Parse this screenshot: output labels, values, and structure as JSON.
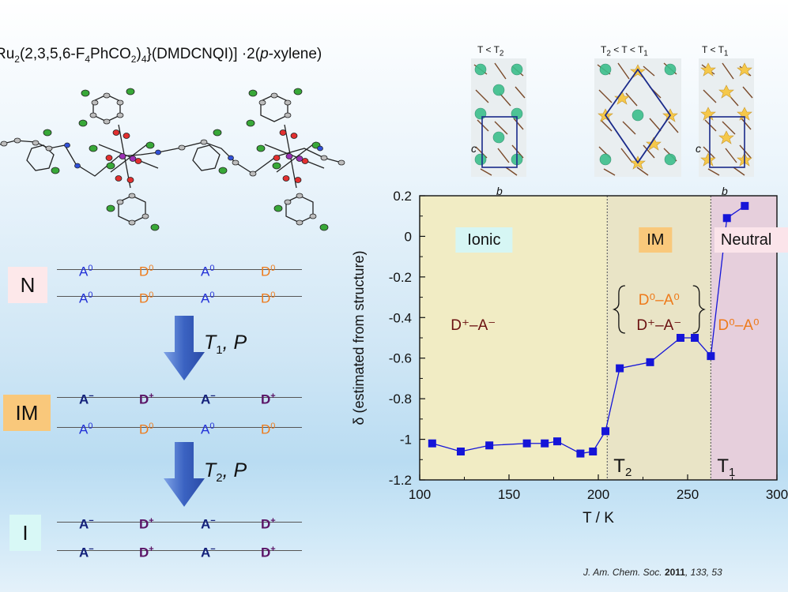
{
  "formula": {
    "prefix": "Ru",
    "sub1": "2",
    "mid1": "(2,3,5,6-F",
    "sub2": "4",
    "mid2": "PhCO",
    "sub3": "2",
    "mid3": ")",
    "sub4": "4",
    "suffix": "}(DMDCNQI)] ·2(",
    "italic": "p",
    "end": "-xylene)"
  },
  "structures": {
    "panel1": {
      "title": "T < T",
      "title_sub": "2",
      "axis_c": "c",
      "axis_b": "b"
    },
    "panel2": {
      "title": "T < T < T",
      "title_sub_a": "2",
      "title_sub_b": "1"
    },
    "panel3": {
      "title": "T < T",
      "title_sub": "1",
      "axis_c": "c",
      "axis_b": "b"
    }
  },
  "chains": {
    "n_label": "N",
    "im_label": "IM",
    "i_label": "I",
    "neutral_row": [
      "A",
      "D",
      "A",
      "D"
    ],
    "neutral_charge": "0",
    "ionic_row": [
      "A",
      "D",
      "A",
      "D"
    ],
    "anion_charge": "−",
    "cation_charge": "+"
  },
  "arrows": {
    "first": {
      "t": "T",
      "sub": "1",
      "rest": ", P"
    },
    "second": {
      "t": "T",
      "sub": "2",
      "rest": ", P"
    }
  },
  "chart_data": {
    "type": "line",
    "xlabel": "T / K",
    "ylabel": "δ (estimated from structure)",
    "xlim": [
      100,
      300
    ],
    "ylim": [
      -1.2,
      0.2
    ],
    "xticks": [
      100,
      150,
      200,
      250,
      300
    ],
    "yticks": [
      0.2,
      0,
      -0.2,
      -0.4,
      -0.6,
      -0.8,
      -1,
      -1.2
    ],
    "xtick_labels": [
      "100",
      "150",
      "200",
      "250",
      "300"
    ],
    "ytick_labels": [
      "0.2",
      "0",
      "-0.2",
      "-0.4",
      "-0.6",
      "-0.8",
      "-1",
      "-1.2"
    ],
    "x": [
      107,
      123,
      139,
      160,
      170,
      177,
      190,
      197,
      204,
      212,
      229,
      246,
      254,
      263,
      272,
      282
    ],
    "y": [
      -1.02,
      -1.06,
      -1.03,
      -1.02,
      -1.02,
      -1.01,
      -1.07,
      -1.06,
      -0.96,
      -0.65,
      -0.62,
      -0.5,
      -0.5,
      -0.59,
      0.09,
      0.15
    ],
    "color": "#1515d8",
    "transitions": [
      {
        "x": 205,
        "label": "T",
        "sub": "2"
      },
      {
        "x": 263,
        "label": "T",
        "sub": "1"
      }
    ],
    "regions": [
      {
        "from": 100,
        "to": 205,
        "color": "#f1ecc4",
        "label": "Ionic",
        "label_bg": "#d6f6f4",
        "formula": "D⁺–A⁻"
      },
      {
        "from": 205,
        "to": 263,
        "color": "#e9e4c6",
        "label": "IM",
        "label_bg": "#f9c87b",
        "formula_top": "D⁰–A⁰",
        "formula_bottom": "D⁺–A⁻"
      },
      {
        "from": 263,
        "to": 300,
        "color": "#e6cfdc",
        "label": "Neutral",
        "label_bg": "#fbe4ea",
        "formula": "D⁰–A⁰"
      }
    ]
  },
  "citation": {
    "journal": "J. Am. Chem. Soc.",
    "year": "2011",
    "volume": "133",
    "pages": "53"
  }
}
